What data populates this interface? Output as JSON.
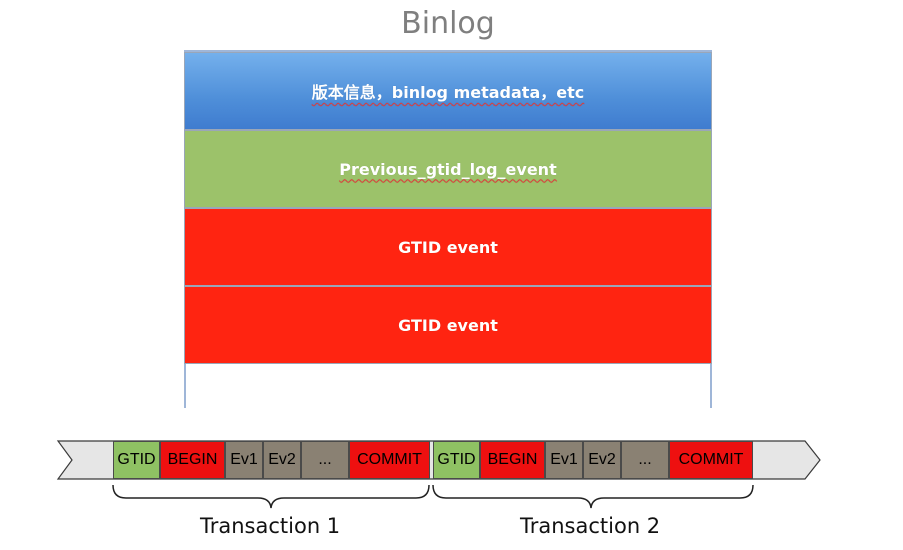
{
  "title": "Binlog",
  "stack_rows": [
    "版本信息，binlog metadata，etc",
    "Previous_gtid_log_event",
    "GTID event",
    "GTID event"
  ],
  "strip": {
    "transactions": [
      {
        "label": "Transaction 1",
        "cells": [
          "GTID",
          "BEGIN",
          "Ev1",
          "Ev2",
          "...",
          "COMMIT"
        ]
      },
      {
        "label": "Transaction 2",
        "cells": [
          "GTID",
          "BEGIN",
          "Ev1",
          "Ev2",
          "...",
          "COMMIT"
        ]
      }
    ]
  },
  "colors": {
    "metadata": "#4f8fd9",
    "previous_gtid": "#9cc26a",
    "gtid_event": "#ff2411",
    "gtid_cell": "#8fc163",
    "begin_commit_cell": "#ee1010",
    "event_cell": "#8a8173",
    "strip_arrow": "#e6e6e6"
  }
}
